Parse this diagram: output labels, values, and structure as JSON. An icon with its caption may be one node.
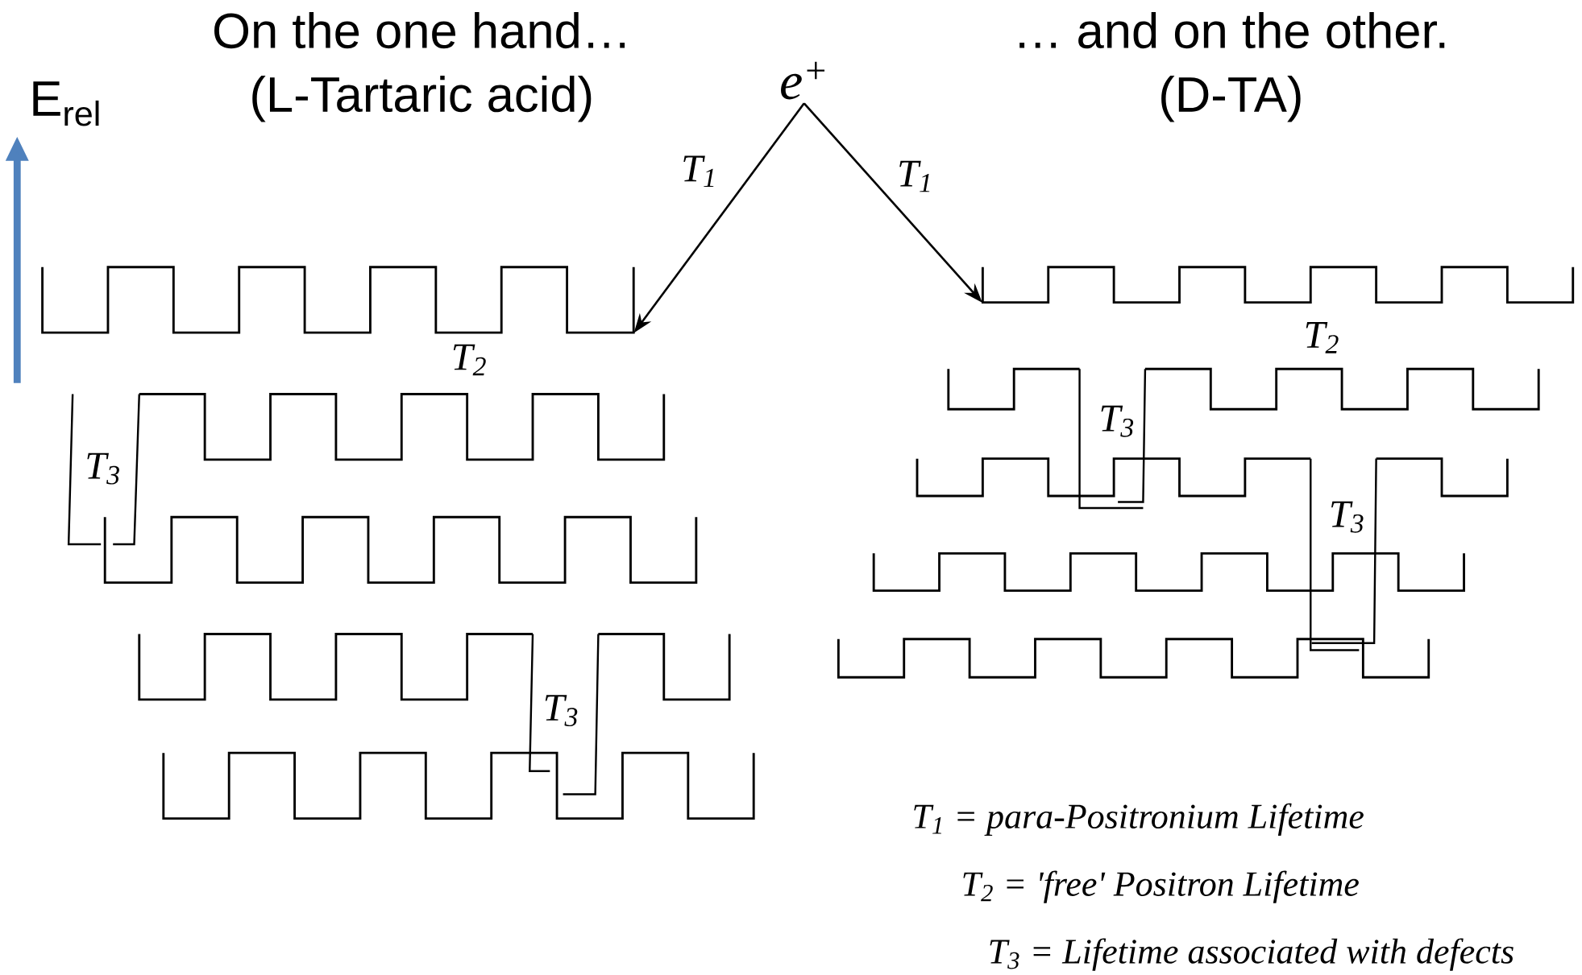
{
  "diagram": {
    "nodes": [
      {
        "text": [
          "e$^{+}$"
        ]
      },
      {
        "text": [],
        "shape": "picture"
      },
      {
        "text": [],
        "shape": "picture"
      }
    ],
    "edges": [
      {
        "from": 0,
        "to": 1,
        "arrow": "to",
        "label": "T$_{1}$"
      },
      {
        "from": 0,
        "to": 2,
        "arrow": "to",
        "label": "T$_{1}$"
      }
    ],
    "labels": [
      "On the one hand…",
      "(L-Tartaric acid)",
      "… and on the other.",
      "(D-TA)",
      "E$_{rel}$",
      "T$_{2}$",
      "T$_{3}$",
      "T$_{3}$",
      "T$_{2}$",
      "T$_{3}$",
      "T$_{3}$",
      "T$_{1}$ = para-Positronium Lifetime",
      "T$_{2}$ = 'free' Positron Lifetime",
      "T$_{3}$ = Lifetime associated with defects"
    ]
  }
}
